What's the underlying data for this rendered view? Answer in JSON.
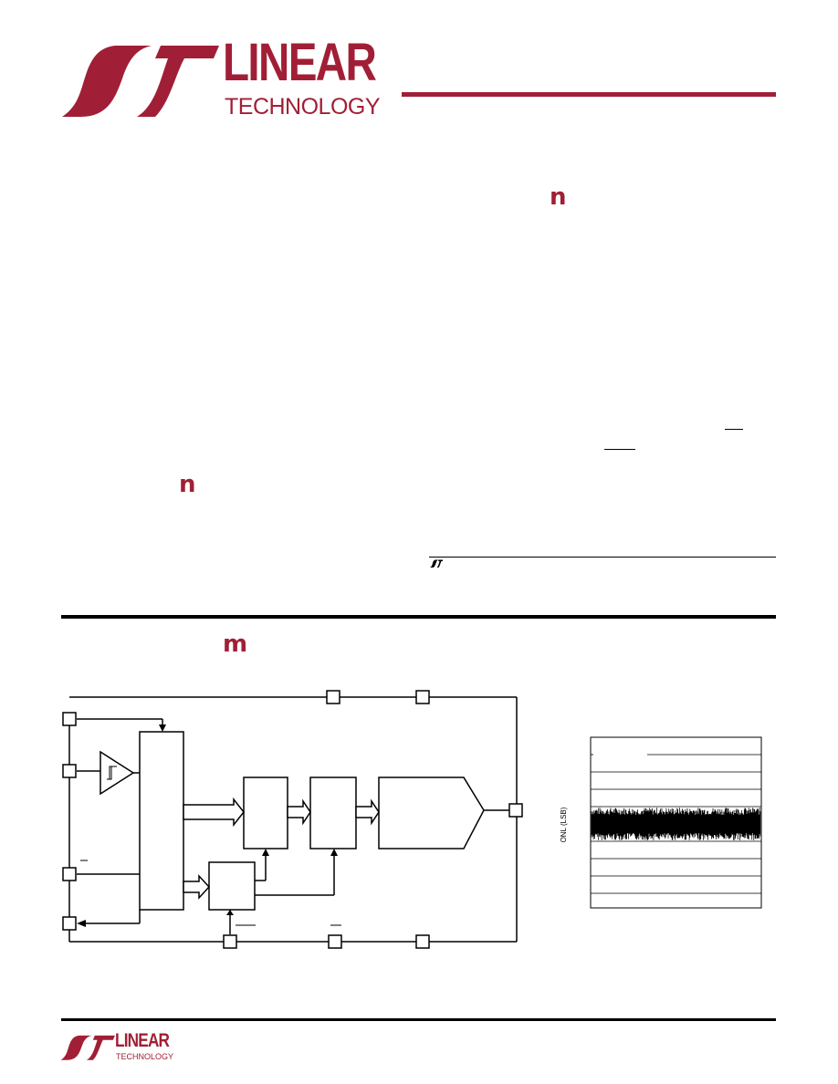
{
  "header": {
    "brand_line1": "LINEAR",
    "brand_line2": "TECHNOLOGY"
  },
  "section_glyphs": {
    "features": "n",
    "applications": "n",
    "typical_application": "m"
  },
  "graph": {
    "ylabel": "ONL (LSB)"
  },
  "footer": {
    "brand_line1": "LINEAR",
    "brand_line2": "TECHNOLOGY"
  },
  "colors": {
    "brand": "#a11f36",
    "ink": "#000000"
  }
}
